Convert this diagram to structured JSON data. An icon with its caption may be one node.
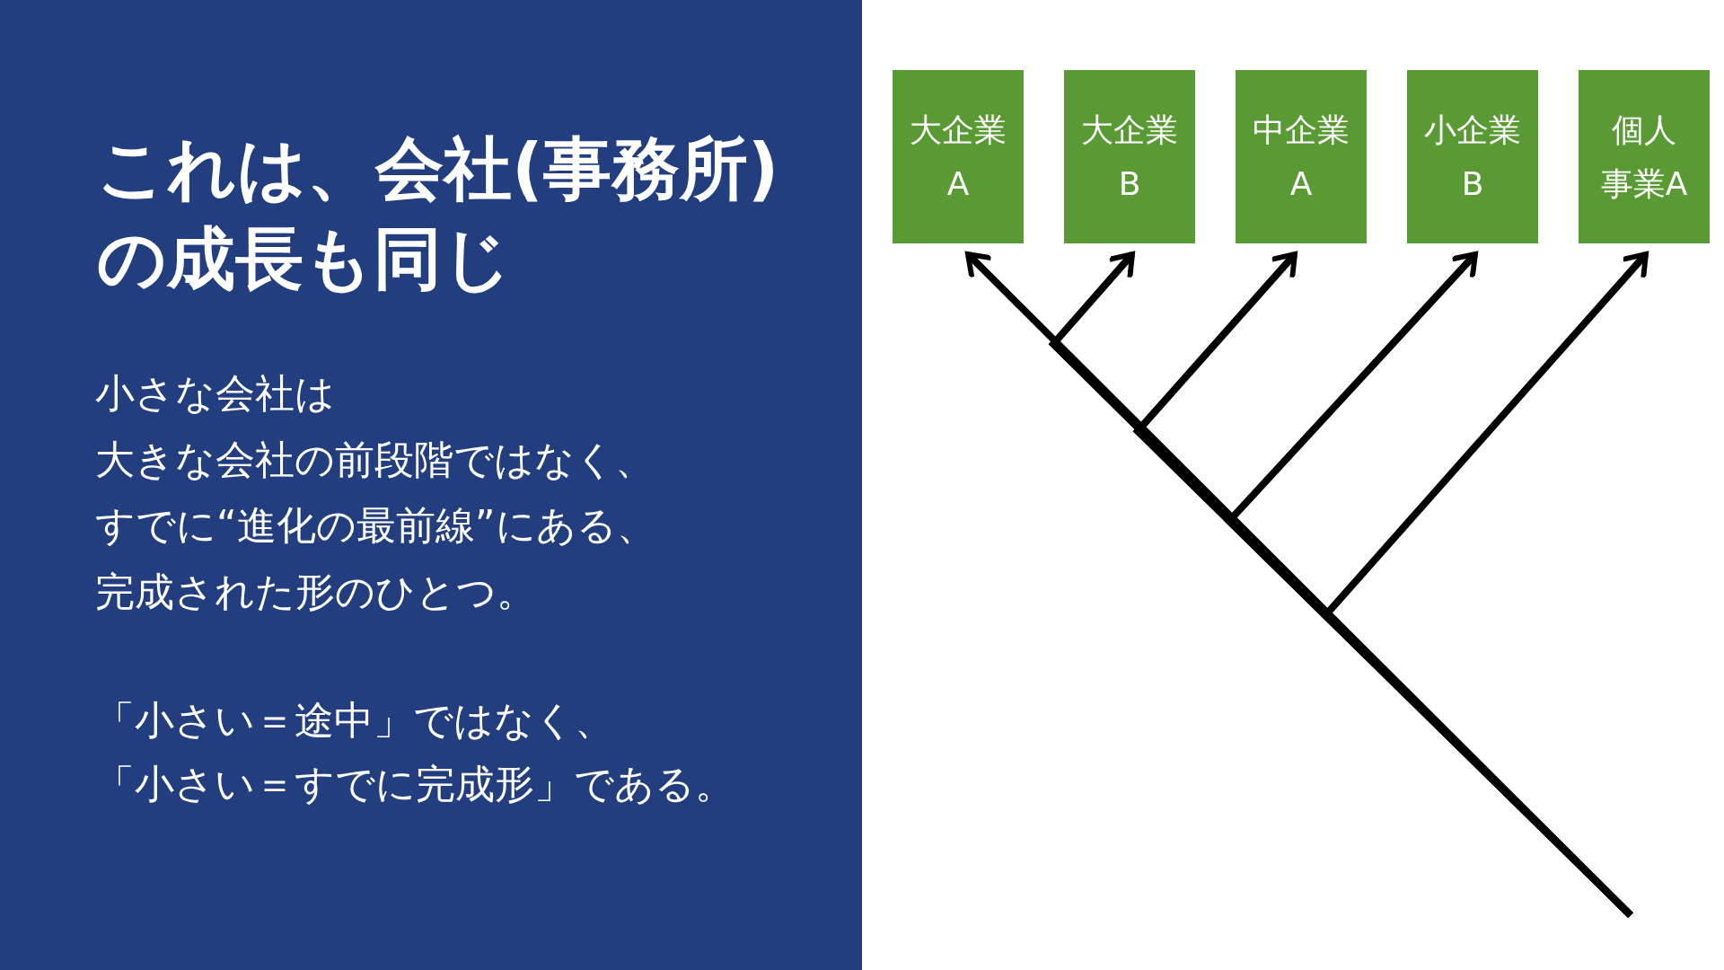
{
  "diagram": {
    "title": "これは、会社(事務所)の成長も同じ",
    "nodes": [
      {
        "text": [
          "大企業A"
        ]
      },
      {
        "text": [
          "大企業B"
        ]
      },
      {
        "text": [
          "中企業A"
        ]
      },
      {
        "text": [
          "小企業B"
        ]
      },
      {
        "text": [
          "個人事業A"
        ]
      }
    ],
    "edges": [
      {
        "from": null,
        "to": 0,
        "arrow": "to"
      },
      {
        "from": null,
        "to": 1,
        "arrow": "to"
      },
      {
        "from": null,
        "to": 2,
        "arrow": "to"
      },
      {
        "from": null,
        "to": 3,
        "arrow": "to"
      },
      {
        "from": null,
        "to": 4,
        "arrow": "to"
      }
    ],
    "labels": [
      "小さな会社は",
      "大きな会社の前段階ではなく、",
      "すでに“進化の最前線”にある、",
      "完成された形のひとつ。",
      "「小さい＝途中」ではなく、",
      "「小さい＝すでに完成形」である。"
    ]
  }
}
